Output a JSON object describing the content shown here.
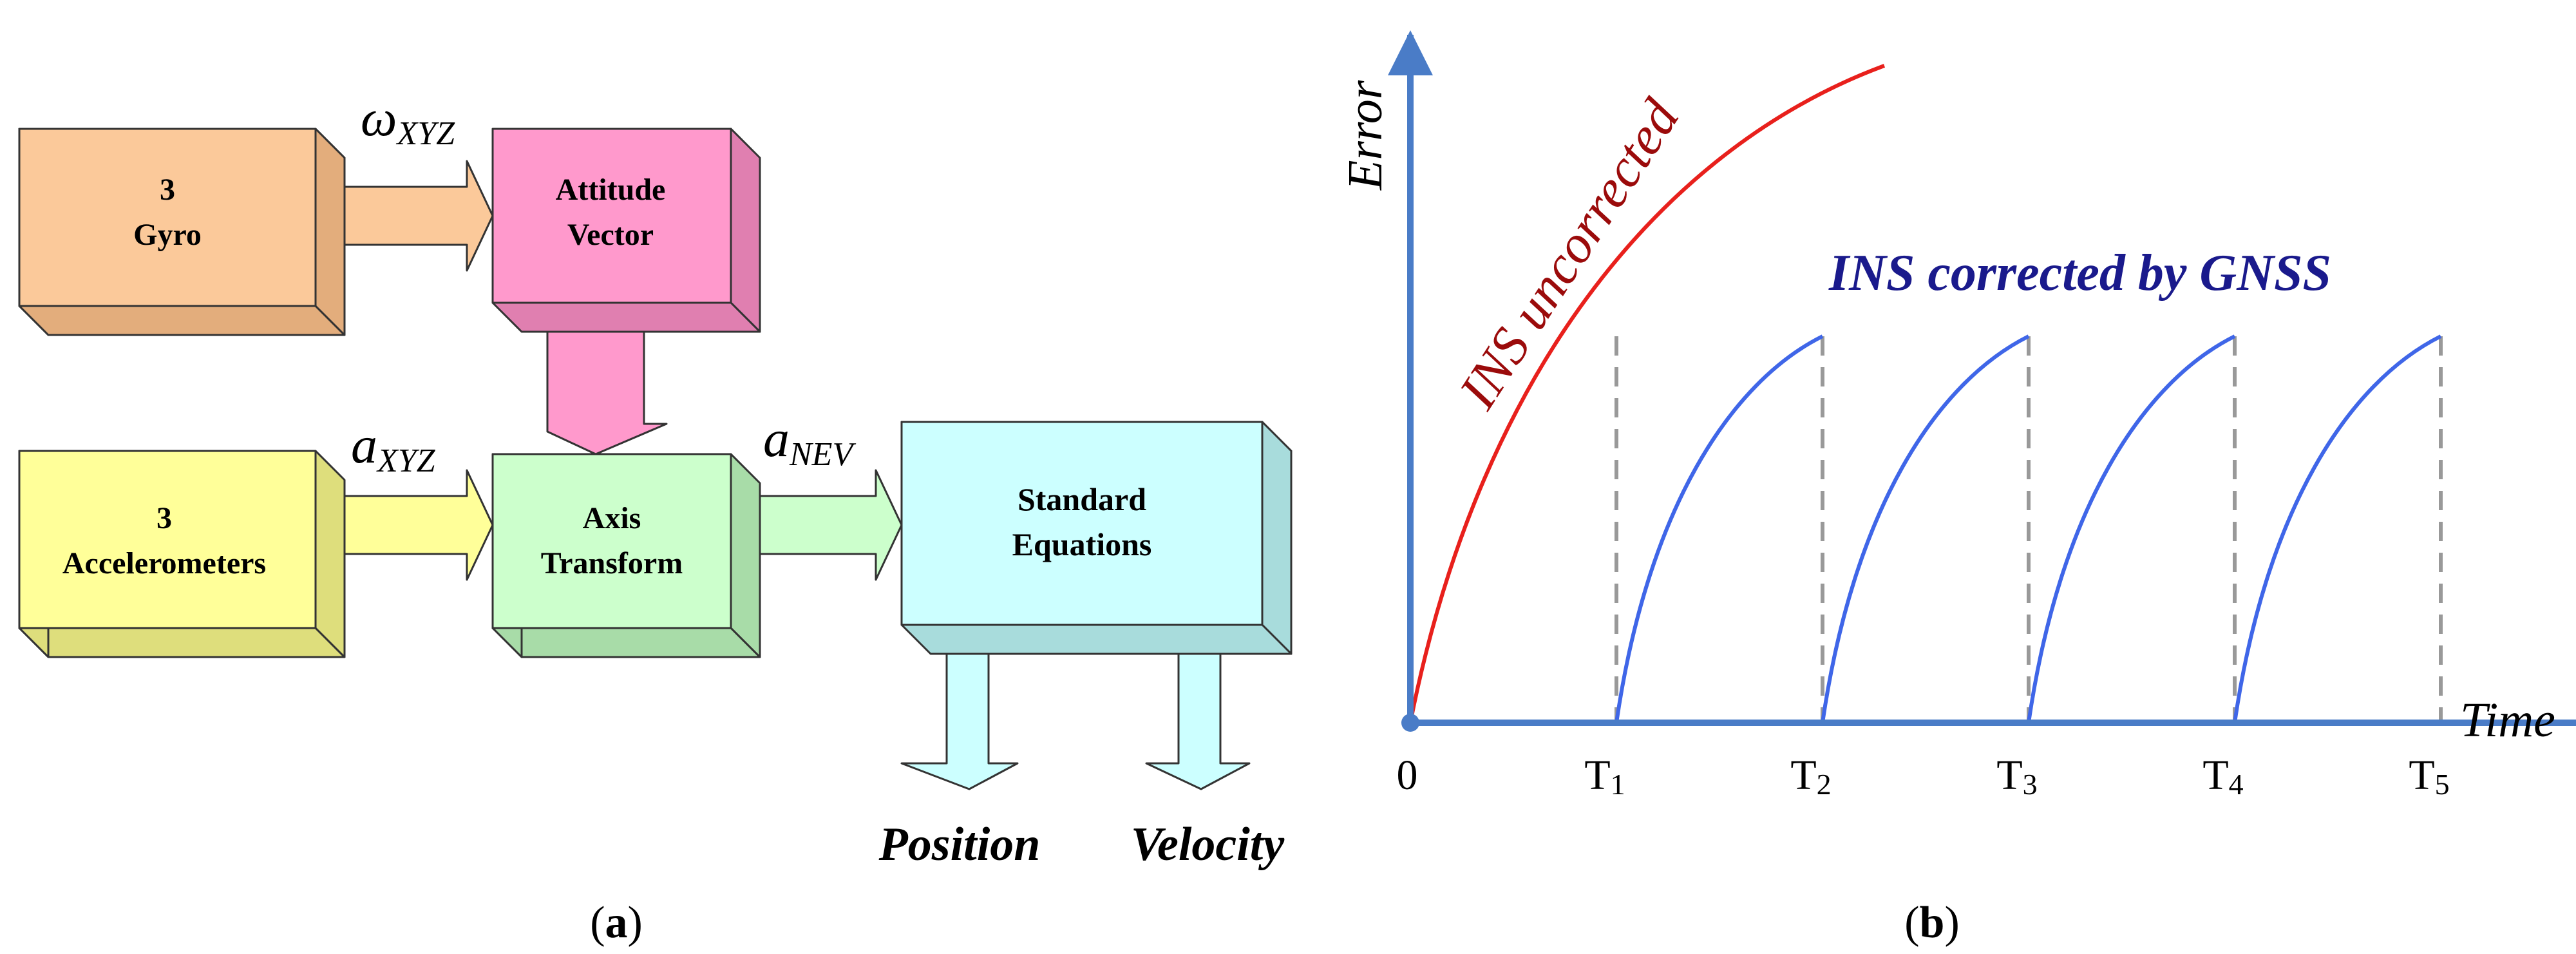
{
  "panel_a": {
    "caption_open": "(",
    "caption_letter": "a",
    "caption_close": ")",
    "gyro": {
      "line1": "3",
      "line2": "Gyro",
      "color": "#fbc99a"
    },
    "attitude": {
      "line1": "Attitude",
      "line2": "Vector",
      "color": "#ff99cc"
    },
    "accel": {
      "line1": "3",
      "line2": "Accelerometers",
      "color": "#ffff99"
    },
    "axis": {
      "line1": "Axis",
      "line2": "Transform",
      "color": "#ccffcc"
    },
    "standard": {
      "line1": "Standard",
      "line2": "Equations",
      "color": "#ccffff"
    },
    "omega": {
      "base": "ω",
      "sub": "XYZ"
    },
    "a_xyz": {
      "base": "a",
      "sub": "XYZ"
    },
    "a_nev": {
      "base": "a",
      "sub": "NEV"
    },
    "output_position": "Position",
    "output_velocity": "Velocity"
  },
  "panel_b": {
    "caption_open": "(",
    "caption_letter": "b",
    "caption_close": ")",
    "origin_label": "0",
    "uncorrected_label": "INS uncorrected",
    "corrected_label": "INS corrected by GNSS",
    "colors": {
      "axis": "#4a7cc7",
      "uncorrected": "#e8201c",
      "uncorrected_text": "#9b0b0b",
      "corrected": "#3f66e8",
      "corrected_text": "#1a1a8c",
      "dash": "#999999"
    },
    "chart_data": {
      "type": "line",
      "xlabel": "Time",
      "ylabel": "Error",
      "x_ticks": [
        {
          "base": "T",
          "sub": "1",
          "value": 1
        },
        {
          "base": "T",
          "sub": "2",
          "value": 2
        },
        {
          "base": "T",
          "sub": "3",
          "value": 3
        },
        {
          "base": "T",
          "sub": "4",
          "value": 4
        },
        {
          "base": "T",
          "sub": "5",
          "value": 5
        }
      ],
      "xlim": [
        0,
        5.9
      ],
      "ylim": [
        0,
        1.78
      ],
      "grid": false,
      "series": [
        {
          "name": "INS uncorrected",
          "x": [
            0,
            1,
            2.3
          ],
          "y": [
            0,
            1,
            1.7
          ]
        },
        {
          "name": "INS corrected by GNSS",
          "x": [
            1,
            2,
            2,
            3,
            3,
            4,
            4,
            5
          ],
          "y": [
            0,
            1,
            0,
            1,
            0,
            1,
            0,
            1
          ]
        }
      ]
    }
  }
}
